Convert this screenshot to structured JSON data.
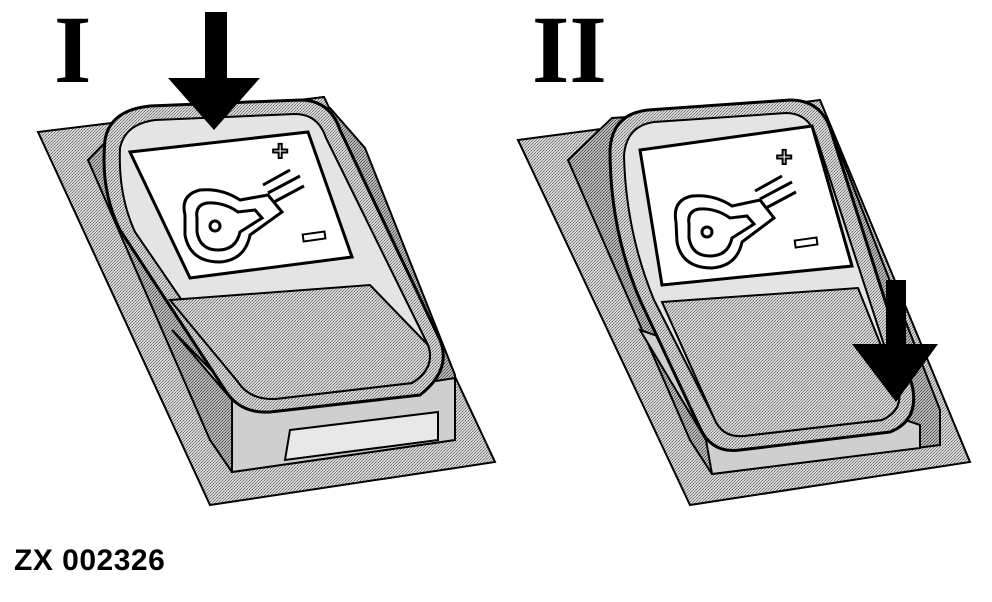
{
  "panels": [
    {
      "numeral": "I",
      "arrow": "top"
    },
    {
      "numeral": "II",
      "arrow": "bottom"
    }
  ],
  "switch_symbols": {
    "plus": "+",
    "minus": "−",
    "icon": "fan-icon"
  },
  "caption": "ZX 002326",
  "colors": {
    "ink": "#000000",
    "paper": "#ffffff",
    "stipple_light": "#bdbdbd",
    "stipple_dark": "#9e9e9e"
  }
}
